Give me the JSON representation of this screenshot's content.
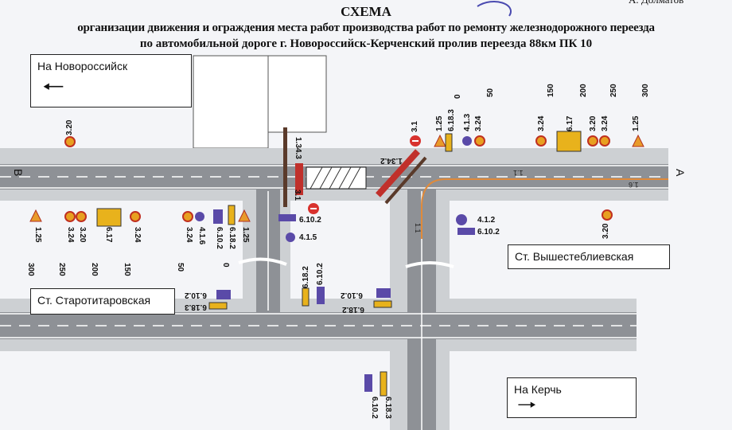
{
  "header": {
    "title": "СХЕМА",
    "line1": "организации движения и ограждения места работ производства работ по ремонту железнодорожного переезда",
    "line2": "по автомобильной дороге г. Новороссийск-Керченский пролив  переезда 88км ПК 10",
    "signature": "А. Долматов"
  },
  "directions": {
    "novorossiysk": "На Новороссийск",
    "kerch": "На Керчь",
    "point_b": "В",
    "point_a": "А"
  },
  "stations": {
    "vyshesteblievskaya": "Ст. Вышестеблиевская",
    "starotitarovskaya": "Ст. Старотитаровская"
  },
  "labels": [
    "3.20",
    "3.1",
    "1.25",
    "6.18.3",
    "0",
    "4.1.3",
    "3.24",
    "50",
    "3.24",
    "150",
    "6.17",
    "200",
    "3.20",
    "3.24",
    "250",
    "1.25",
    "300",
    "1.25",
    "300",
    "3.24",
    "250",
    "3.20",
    "6.17",
    "200",
    "3.24",
    "150",
    "3.24",
    "50",
    "4.1.6",
    "6.10.2",
    "0",
    "6.18.2",
    "1.25",
    "1.34.3",
    "3.1",
    "6.10.2",
    "4.1.5",
    "1.34.2",
    "4.1.2",
    "6.10.2",
    "3.20",
    "6.18.2",
    "6.10.2",
    "6.10.2",
    "6.18.2",
    "6.10.2",
    "6.18.3",
    "6.18.3",
    "6.10.2"
  ],
  "markings": [
    "1.1",
    "1.6",
    "1.1"
  ],
  "colors": {
    "road": "#8e9196",
    "shoulder": "#cdd0d3",
    "sign_yellow": "#e8b21c",
    "sign_red": "#d8322e",
    "sign_blue": "#5a4aa8",
    "curb_orange": "#e08a3a"
  }
}
